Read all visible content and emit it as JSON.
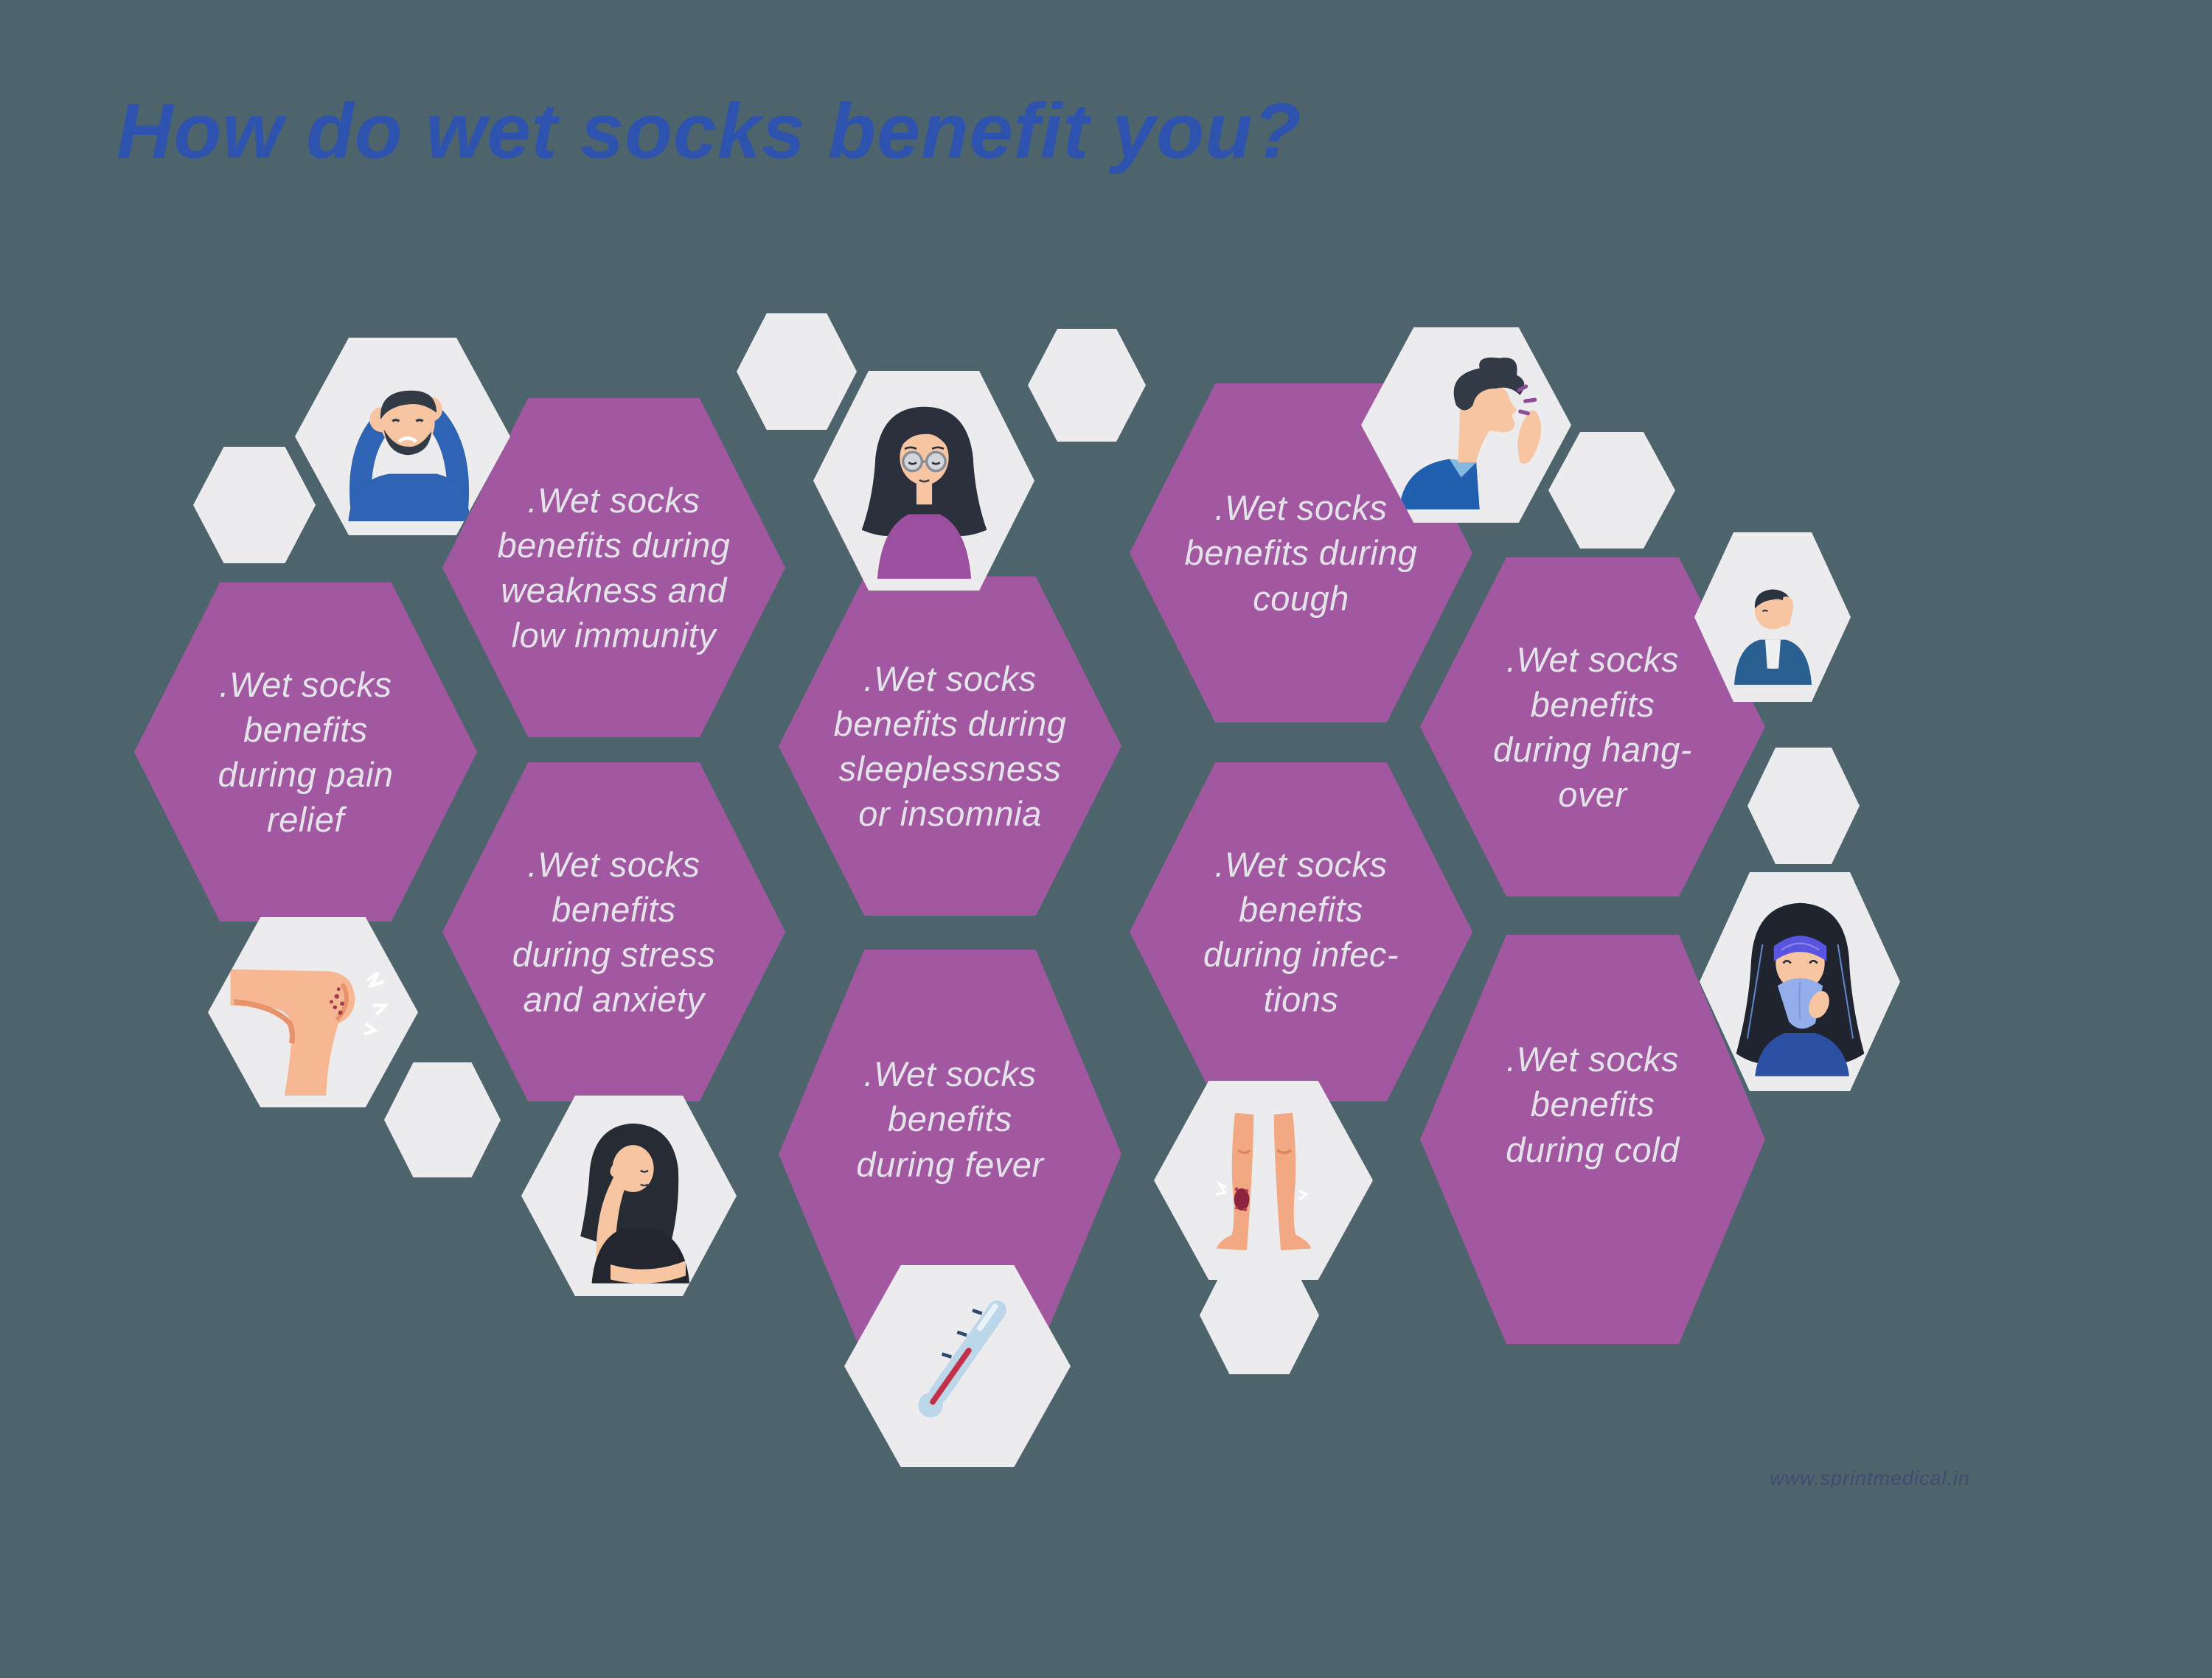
{
  "title": "How do wet socks benefit you?",
  "watermark": "www.sprintmedical.in",
  "colors": {
    "background": "#4e646c",
    "hexagon_purple": "#a158a0",
    "hexagon_white": "#ececee",
    "title_blue": "#2d53ae",
    "hexagon_text": "#e3e3e9",
    "watermark_text": "#3d4c70"
  },
  "benefits": [
    {
      "id": "weakness",
      "text": ".Wet socks\nbenefits during\nweakness and\nlow immunity"
    },
    {
      "id": "pain-relief",
      "text": ".Wet socks\nbenefits\nduring pain\nrelief"
    },
    {
      "id": "sleeplessness",
      "text": ".Wet socks\nbenefits during\nsleeplessness\nor insomnia"
    },
    {
      "id": "cough",
      "text": ".Wet socks\nbenefits during\ncough"
    },
    {
      "id": "hangover",
      "text": ".Wet socks\nbenefits\nduring hang-\nover"
    },
    {
      "id": "stress",
      "text": ".Wet socks\nbenefits\nduring stress\nand anxiety"
    },
    {
      "id": "infections",
      "text": ".Wet socks\nbenefits\nduring infec-\ntions"
    },
    {
      "id": "fever",
      "text": ".Wet socks\nbenefits\nduring fever"
    },
    {
      "id": "cold",
      "text": ".Wet socks\nbenefits\nduring cold"
    }
  ],
  "illustrations": [
    {
      "name": "man-with-headache"
    },
    {
      "name": "tired-woman-with-glasses"
    },
    {
      "name": "coughing-man"
    },
    {
      "name": "man-thinking-facepalm"
    },
    {
      "name": "knee-pain"
    },
    {
      "name": "woman-facepalm-stress"
    },
    {
      "name": "legs-with-infection"
    },
    {
      "name": "woman-blowing-nose"
    },
    {
      "name": "thermometer"
    }
  ]
}
